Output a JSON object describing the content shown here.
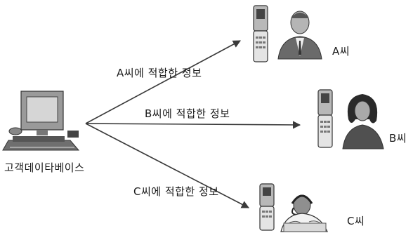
{
  "source": {
    "label": "고객데이타베이스",
    "icon": "computer-icon"
  },
  "recipients": [
    {
      "id": "a",
      "name": "A씨",
      "message": "A씨에 적합한 정보",
      "phone_icon": "flip-phone-icon",
      "person_icon": "man-portrait-icon"
    },
    {
      "id": "b",
      "name": "B씨",
      "message": "B씨에 적합한 정보",
      "phone_icon": "flip-phone-icon",
      "person_icon": "woman-portrait-icon"
    },
    {
      "id": "c",
      "name": "C씨",
      "message": "C씨에 적합한 정보",
      "phone_icon": "flip-phone-icon",
      "person_icon": "man-with-headset-icon"
    }
  ],
  "colors": {
    "line": "#3a3a3a",
    "ink": "#1a1a1a"
  }
}
